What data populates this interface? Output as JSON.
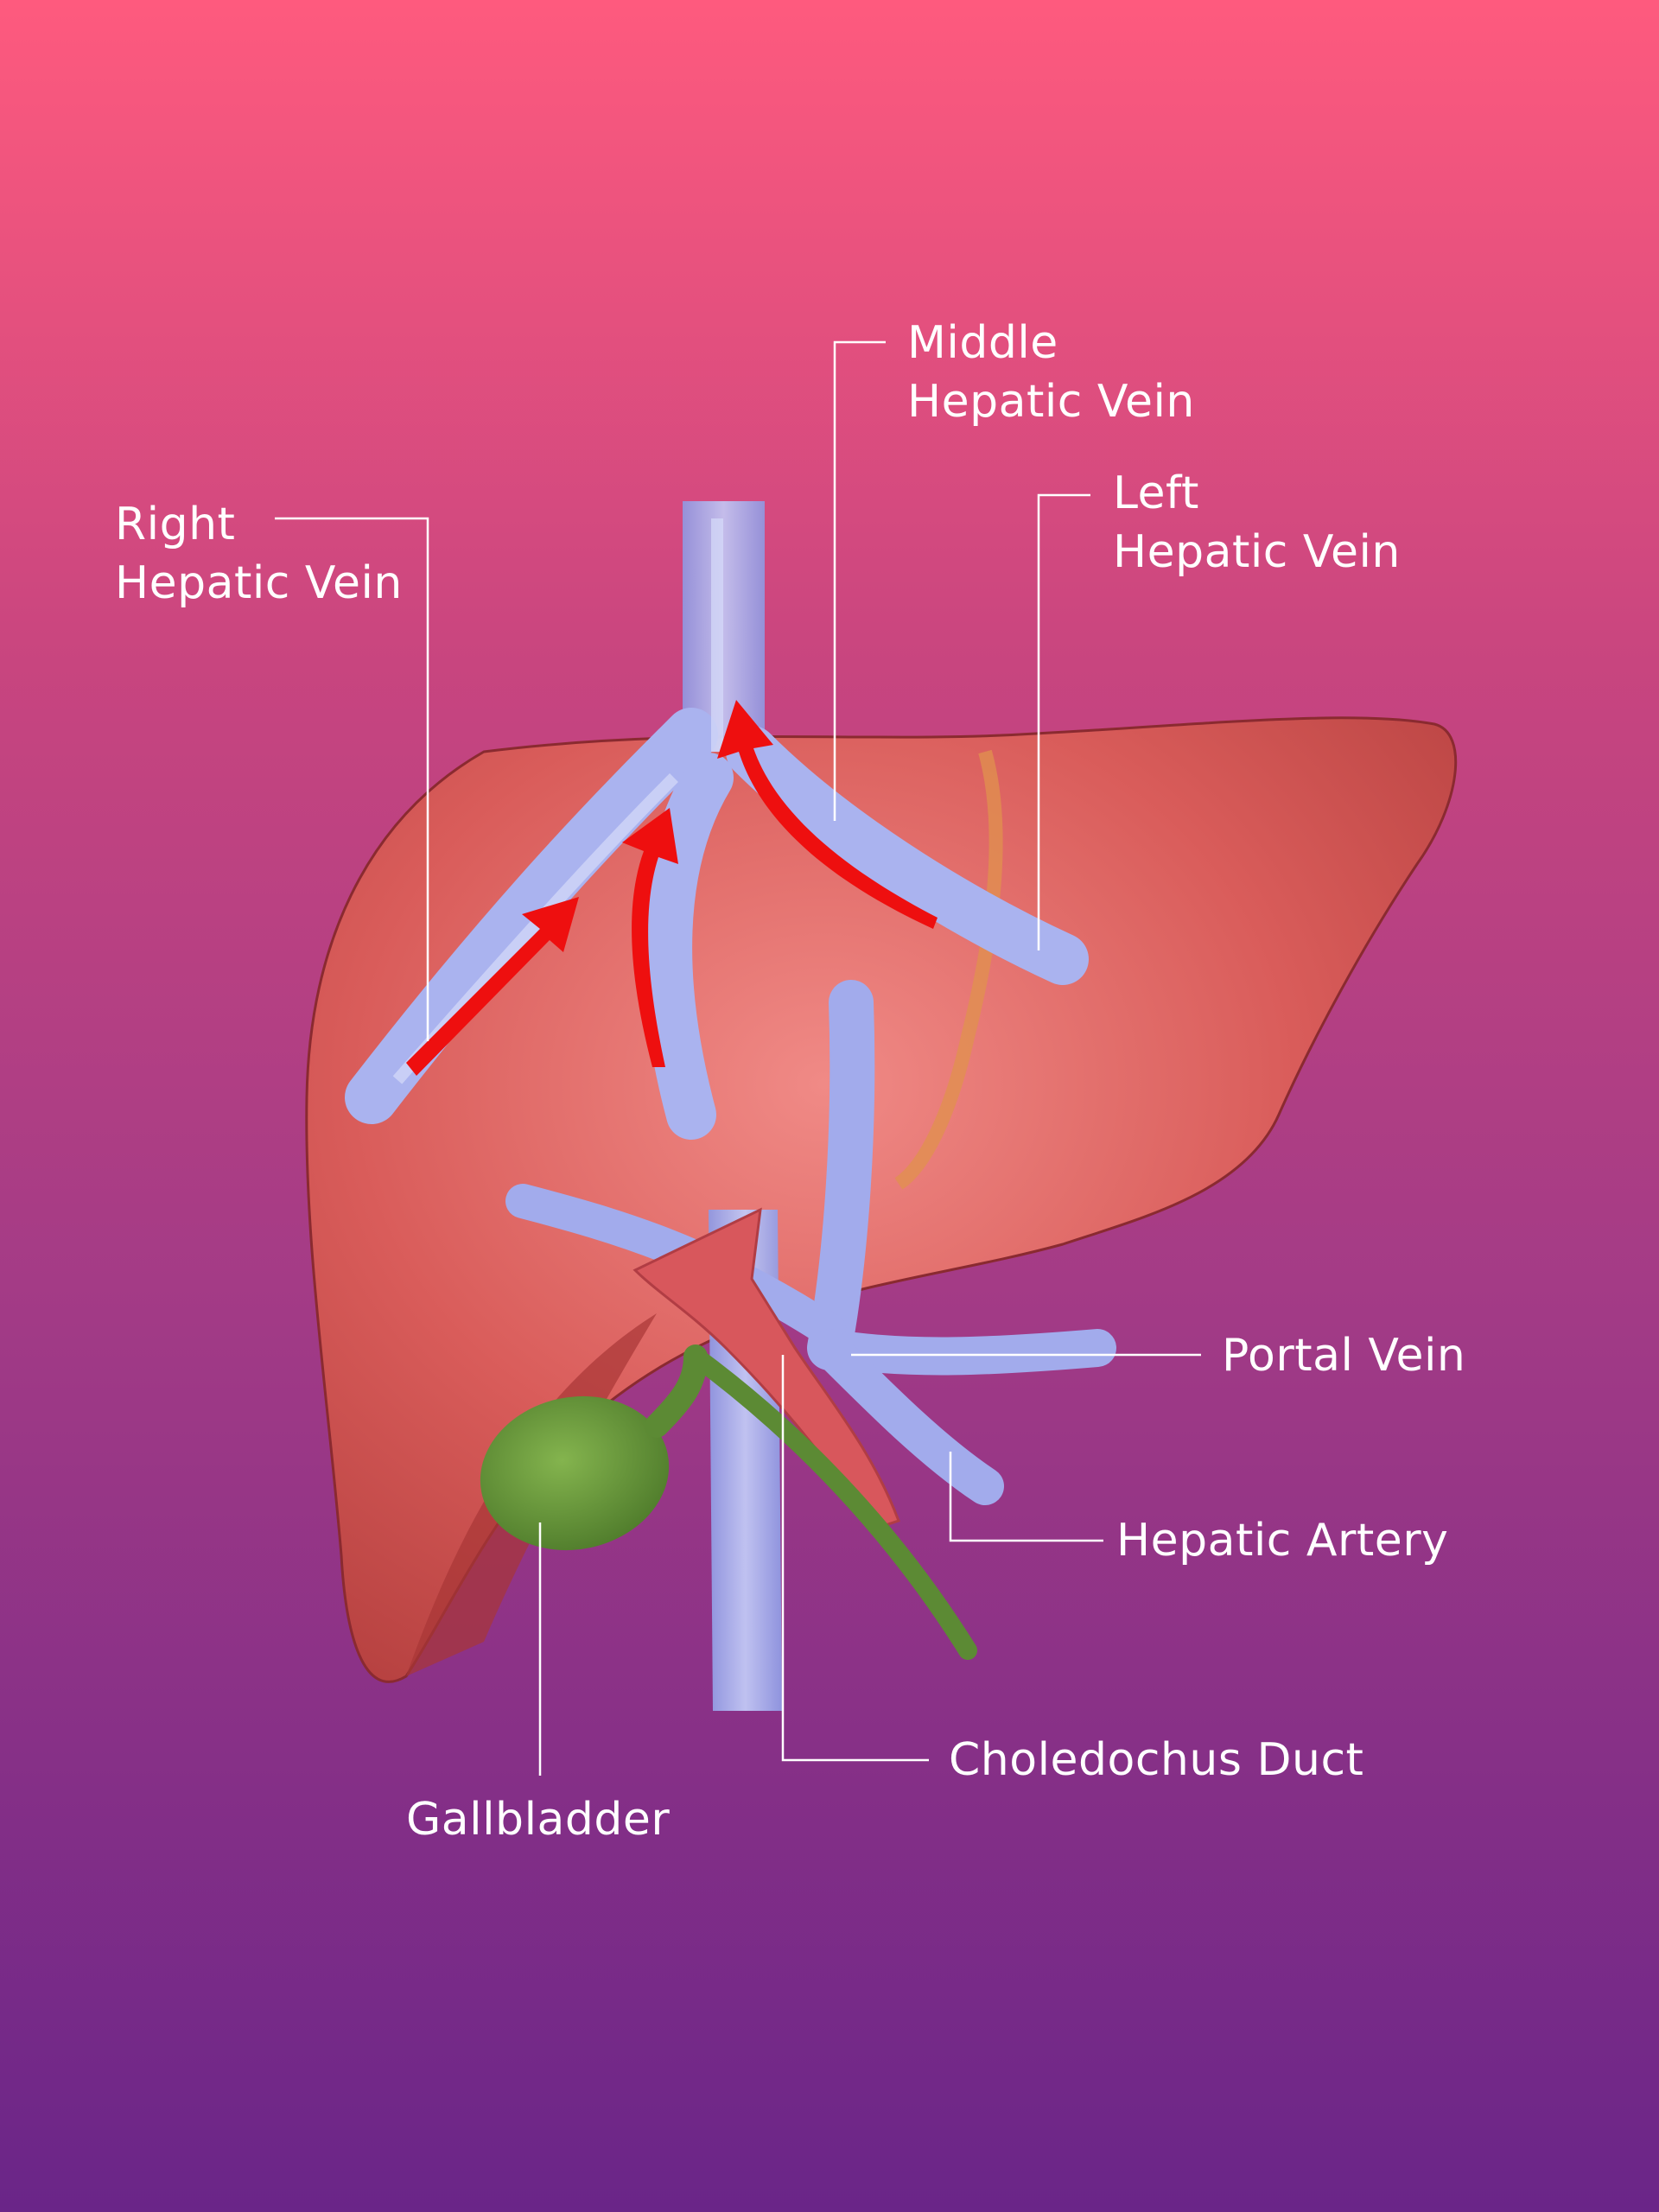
{
  "labels": {
    "middle_hepatic_vein": [
      "Middle",
      "Hepatic Vein"
    ],
    "left_hepatic_vein": [
      "Left",
      "Hepatic Vein"
    ],
    "right_hepatic_vein": [
      "Right",
      "Hepatic Vein"
    ],
    "portal_vein": "Portal Vein",
    "hepatic_artery": "Hepatic Artery",
    "choledochus_duct": "Choledochus Duct",
    "gallbladder": "Gallbladder"
  },
  "colors": {
    "background_top": "#fe5a7e",
    "background_bottom": "#6a2588",
    "liver": "#d85a58",
    "vein": "#a9b2ee",
    "artery": "#d8575c",
    "gallbladder": "#5c8a34",
    "flow_arrow": "#ee0f0f",
    "leader_line": "#ffffff"
  }
}
